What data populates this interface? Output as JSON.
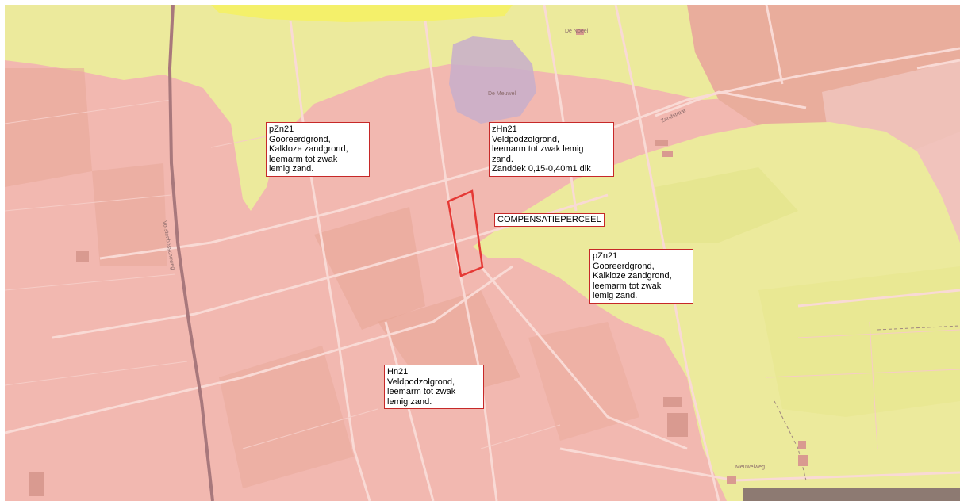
{
  "map": {
    "colors": {
      "sandy_pink": "#f2b8b0",
      "podzol_yellow": "#ecea9c",
      "bright_yellow": "#f4f06a",
      "road": "#f7d2cc",
      "railway": "#a8787c",
      "water": "#c8aecb",
      "border": "#c62828",
      "parcel_outline": "#e53935"
    },
    "labels": [
      {
        "id": "pzn21-north",
        "lines": [
          "pZn21",
          "Gooreerdgrond,",
          "Kalkloze zandgrond,",
          "leemarm tot zwak",
          "lemig zand."
        ]
      },
      {
        "id": "zhn21",
        "lines": [
          "zHn21",
          "Veldpodzolgrond,",
          "leemarm tot zwak lemig",
          "zand.",
          "Zanddek 0,15-0,40m1 dik"
        ]
      },
      {
        "id": "pzn21-east",
        "lines": [
          "pZn21",
          "Gooreerdgrond,",
          "Kalkloze zandgrond,",
          "leemarm tot zwak",
          "lemig zand."
        ]
      },
      {
        "id": "hn21",
        "lines": [
          "Hn21",
          "Veldpodzolgrond,",
          "leemarm tot zwak",
          "lemig zand."
        ]
      }
    ],
    "parcel_label": "COMPENSATIEPERCEEL",
    "place_names": {
      "de_meuwel": "De Meuwel",
      "de_noeel": "De Noeel",
      "vorstenbosscheweg": "Vorstenbosscheweg",
      "zandstraat": "Zandstraat",
      "meuwelweg": "Meuwelweg"
    }
  }
}
